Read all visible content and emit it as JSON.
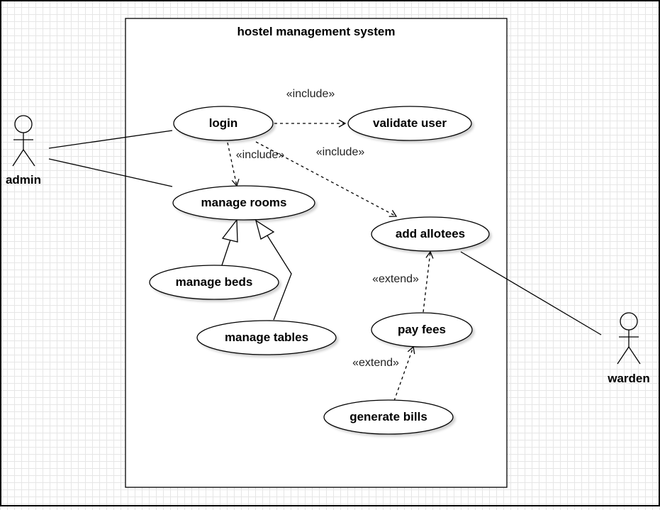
{
  "diagram": {
    "system_title": "hostel management system",
    "actors": {
      "admin": "admin",
      "warden": "warden"
    },
    "use_cases": {
      "login": "login",
      "validate_user": "validate user",
      "manage_rooms": "manage rooms",
      "add_allotees": "add allotees",
      "manage_beds": "manage beds",
      "manage_tables": "manage tables",
      "pay_fees": "pay fees",
      "generate_bills": "generate bills"
    },
    "relations": {
      "include_validate": "«include»",
      "include_rooms": "«include»",
      "include_allotees": "«include»",
      "extend_payfees": "«extend»",
      "extend_bills": "«extend»"
    }
  }
}
